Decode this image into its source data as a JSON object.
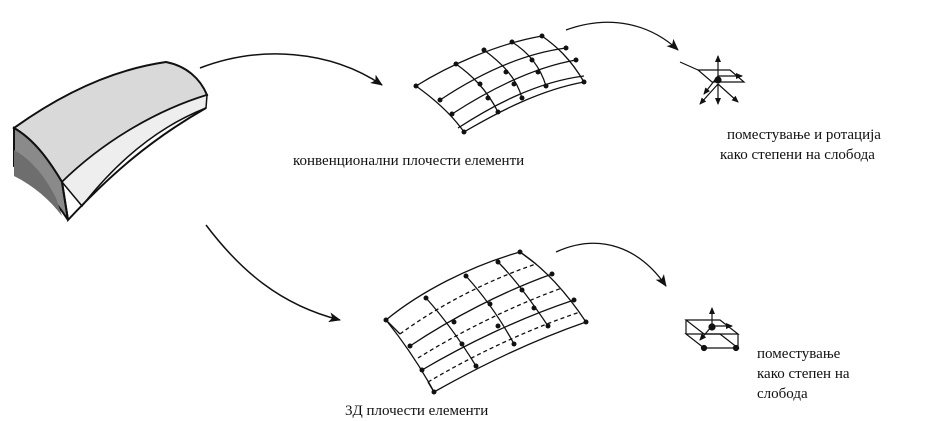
{
  "labels": {
    "conventional_shell": "конвенционални плочести елементи",
    "dof_rotation_line1": "поместување и ротација",
    "dof_rotation_line2": "како степени на слобода",
    "solid_shell": "3Д плочести елементи",
    "dof_translation_line1": "поместување",
    "dof_translation_line2": "како степен на",
    "dof_translation_line3": "слобода"
  },
  "colors": {
    "line": "#111111",
    "solid_face": "#d6d6d6",
    "solid_shadow": "#8a8a8a"
  }
}
